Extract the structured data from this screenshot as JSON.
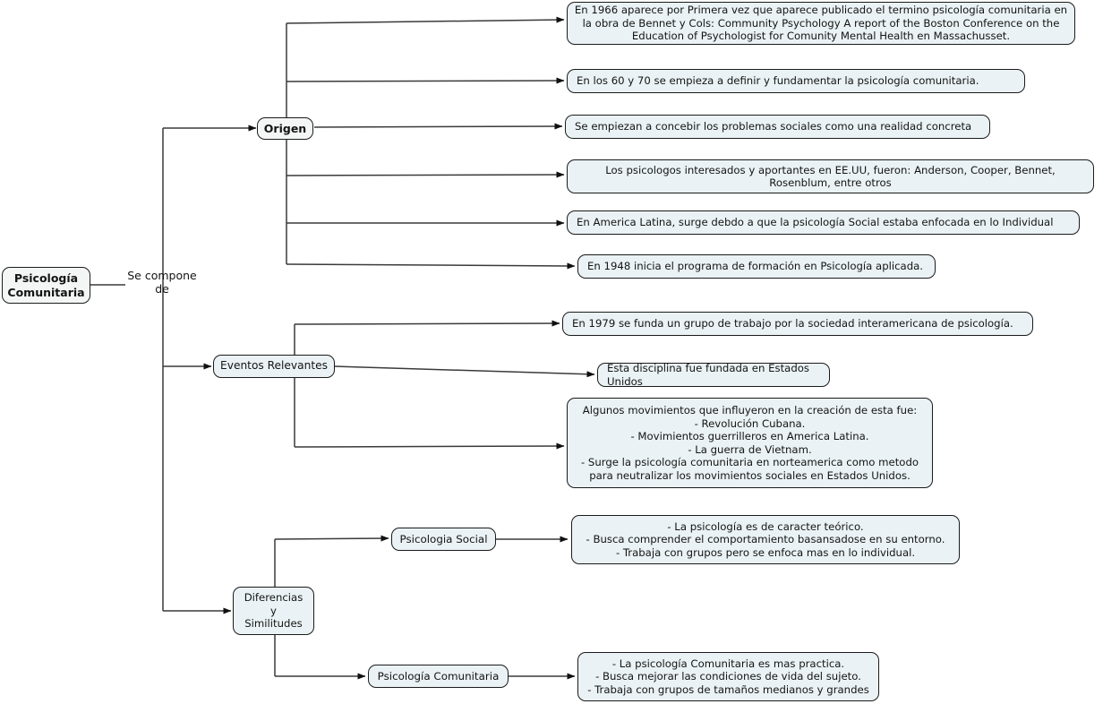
{
  "diagram": {
    "type": "mind-map",
    "title": "Psicología Comunitaria",
    "colors": {
      "node_tint_fill": "#eaf2f5",
      "node_plain_fill": "#f4f6f6",
      "node_border": "#1b1b1b",
      "connector": "#3a3a3a",
      "text": "#141414",
      "background": "#ffffff"
    }
  },
  "root": {
    "label": "Psicología\nComunitaria"
  },
  "edge_labels": {
    "root_to_branches": "Se compone\nde"
  },
  "branches": {
    "origen": {
      "label": "Origen",
      "children": [
        {
          "text": "En 1966 aparece por Primera vez que aparece publicado el termino psicología comunitaria en la obra de Bennet y Cols: Community Psychology A report of the Boston Conference on the Education of Psychologist for Comunity Mental Health en Massachusset."
        },
        {
          "text": "En los 60 y 70 se empieza a definir y fundamentar la psicología comunitaria."
        },
        {
          "text": "Se empiezan a concebir los problemas sociales como una realidad concreta"
        },
        {
          "text": "Los psicologos interesados y aportantes en EE.UU, fueron: Anderson, Cooper, Bennet, Rosenblum, entre otros"
        },
        {
          "text": "En America Latina, surge debdo a que la psicología Social estaba enfocada en lo Individual"
        },
        {
          "text": "En 1948 inicia el programa de formación en Psicología aplicada."
        }
      ]
    },
    "eventos": {
      "label": "Eventos Relevantes",
      "children": [
        {
          "text": "En 1979 se funda un grupo de trabajo por la sociedad interamericana de psicología."
        },
        {
          "text": "Esta disciplina fue fundada en Estados Unidos"
        },
        {
          "text": "Algunos movimientos que influyeron en la creación de esta fue:\n- Revolución Cubana.\n- Movimientos guerrilleros en America Latina.\n- La guerra de Vietnam.\n- Surge la psicología comunitaria en norteamerica como metodo para neutralizar los movimientos sociales en Estados Unidos."
        }
      ]
    },
    "diferencias": {
      "label": "Diferencias\ny\nSimilitudes",
      "children": [
        {
          "label": "Psicologia Social",
          "detail": "- La psicología es de caracter teórico.\n- Busca comprender el comportamiento basansadose en su entorno.\n- Trabaja con grupos pero se enfoca mas en lo individual."
        },
        {
          "label": "Psicología Comunitaria",
          "detail": "- La psicología Comunitaria es mas practica.\n- Busca mejorar las condiciones de vida del sujeto.\n- Trabaja con grupos de tamaños medianos y grandes"
        }
      ]
    }
  }
}
